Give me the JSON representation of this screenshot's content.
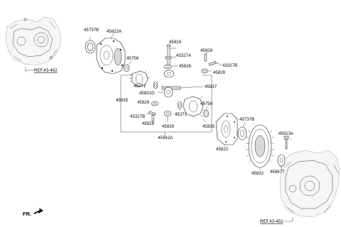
{
  "labels": {
    "p45737B_top": "45737B",
    "p45822A": "45822A",
    "p45756_top": "45756",
    "p45828_mid": "45828",
    "p43327A": "43327A",
    "p45826_top": "45826",
    "p45828_right": "45828",
    "p43327B_right": "43327B",
    "p45826_right": "45826",
    "p45271_top": "45271",
    "p45837": "45837",
    "p45831D": "45831D",
    "p45835_left": "45835",
    "p45826_left": "45826",
    "p43327B_left": "43327B",
    "p45828_left": "45828",
    "p45826_bottom": "45826",
    "p45271_bottom": "45271",
    "p45756_right": "45756",
    "p45835_right": "45835",
    "p45842A": "45842A",
    "p45737B_right": "45737B",
    "p45822": "45822",
    "p45832": "45832",
    "p45813A": "45813A",
    "p45867T": "45867T",
    "ref_top": "REF.43-452",
    "ref_bottom": "REF.43-452",
    "fr": "FR."
  }
}
